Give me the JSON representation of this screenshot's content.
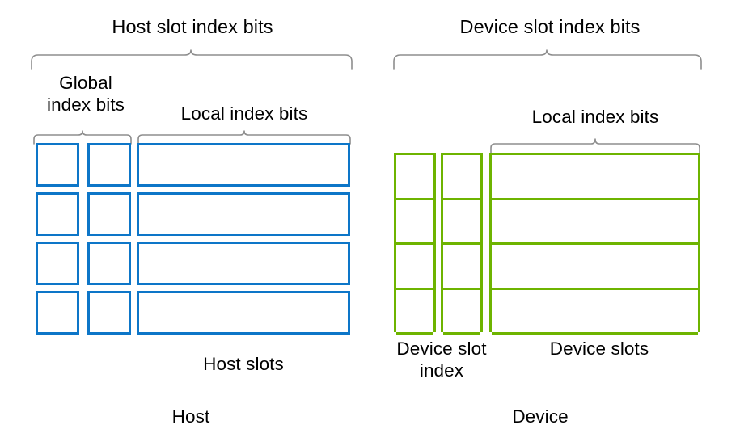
{
  "diagram": {
    "title_host": "Host slot index bits",
    "title_device": "Device slot index bits",
    "colors": {
      "host_blue": "#0d76c8",
      "device_green": "#6eb400",
      "brace_gray": "#8d8d8d",
      "divider_gray": "#9a9a9a",
      "background": "#ffffff",
      "text": "#000000"
    }
  },
  "host": {
    "top_label": "Host slot index bits",
    "global_index_label": "Global\nindex bits",
    "local_index_label": "Local index bits",
    "slots_label": "Host slots",
    "side_label": "Host",
    "rows": 4,
    "columns": [
      {
        "name": "global-bit-column-1",
        "kind": "square"
      },
      {
        "name": "global-bit-column-2",
        "kind": "square"
      },
      {
        "name": "local-bits-column",
        "kind": "wide"
      }
    ]
  },
  "device": {
    "top_label": "Device slot index bits",
    "local_index_label": "Local index bits",
    "slot_index_label": "Device slot\nindex",
    "slots_label": "Device slots",
    "side_label": "Device",
    "rows": 4,
    "columns": [
      {
        "name": "device-slot-index-column-1",
        "kind": "square"
      },
      {
        "name": "device-slot-index-column-2",
        "kind": "square"
      },
      {
        "name": "device-slots-column",
        "kind": "wide"
      }
    ]
  }
}
